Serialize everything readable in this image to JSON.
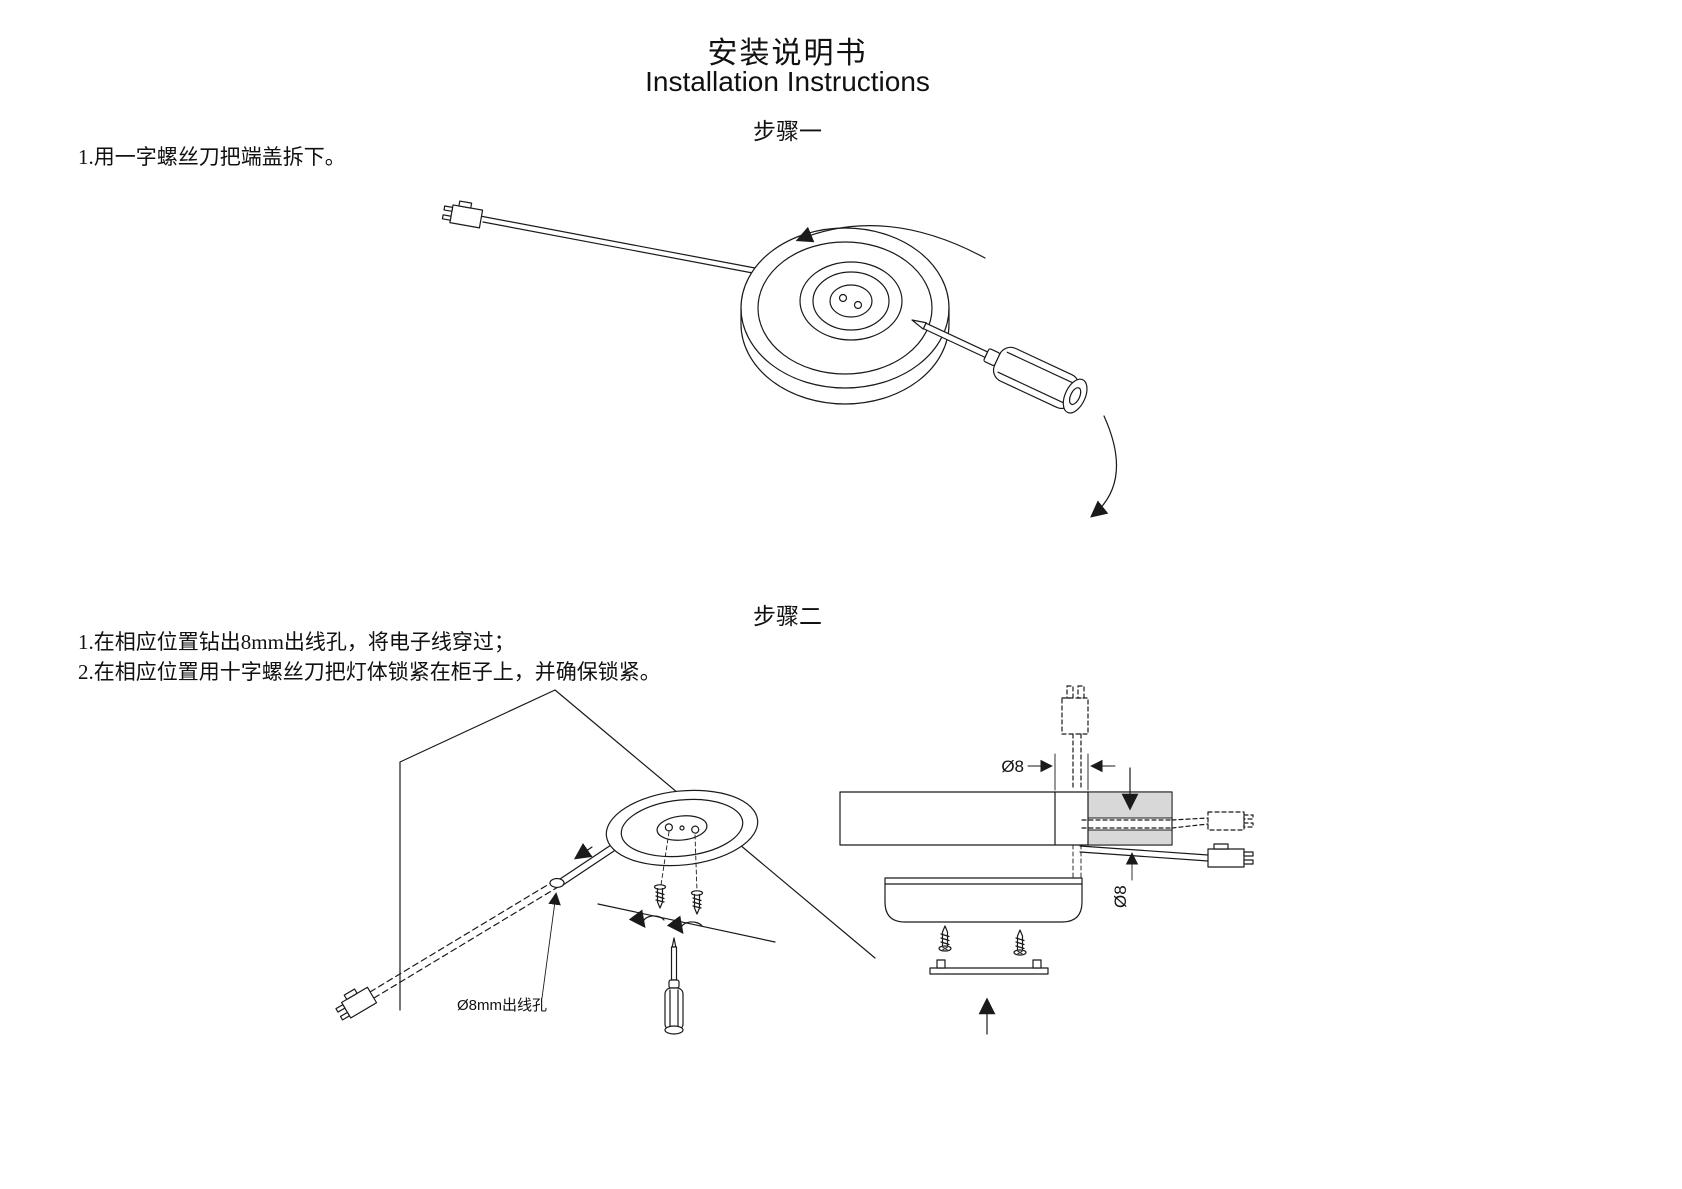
{
  "page": {
    "title_cn": "安装说明书",
    "title_en": "Installation Instructions"
  },
  "step1": {
    "heading": "步骤一",
    "line1": "1.用一字螺丝刀把端盖拆下。"
  },
  "step2": {
    "heading": "步骤二",
    "line1": "1.在相应位置钻出8mm出线孔，将电子线穿过；",
    "line2": "2.在相应位置用十字螺丝刀把灯体锁紧在柜子上，并确保锁紧。"
  },
  "figures": {
    "step2_left": {
      "hole_label": "Ø8mm出线孔"
    },
    "step2_right": {
      "dim_top": "Ø8",
      "dim_side": "Ø8"
    }
  }
}
